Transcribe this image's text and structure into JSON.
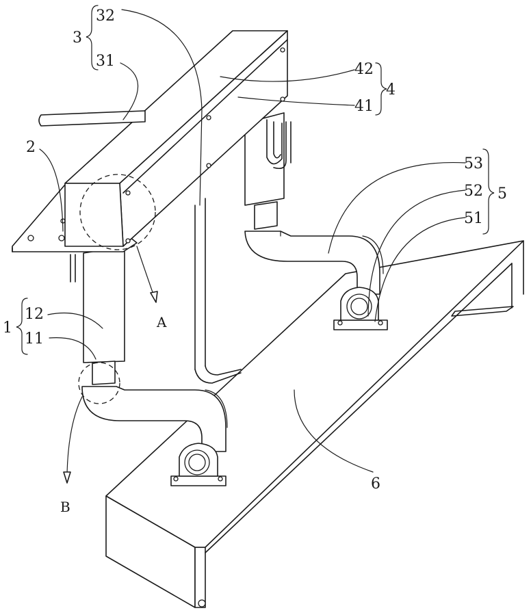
{
  "labels": {
    "n32": "32",
    "n3": "3",
    "n31": "31",
    "n42": "42",
    "n4": "4",
    "n41": "41",
    "n2": "2",
    "n53": "53",
    "n52": "52",
    "n5": "5",
    "n51": "51",
    "nA": "A",
    "n12": "12",
    "n1": "1",
    "n11": "11",
    "n6": "6",
    "nB": "B"
  }
}
